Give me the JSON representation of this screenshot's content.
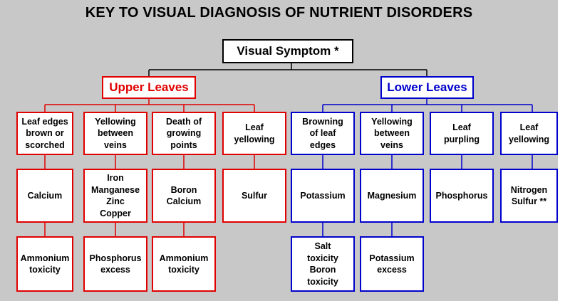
{
  "title": "KEY TO VISUAL DIAGNOSIS OF NUTRIENT DISORDERS",
  "root": "Visual Symptom *",
  "upper": {
    "label": "Upper Leaves",
    "symptoms": [
      "Leaf edges\nbrown or\nscorched",
      "Yellowing\nbetween\nveins",
      "Death of\ngrowing\npoints",
      "Leaf\nyellowing"
    ],
    "nutrients": [
      "Calcium",
      "Iron\nManganese\nZinc\nCopper",
      "Boron\nCalcium",
      "Sulfur"
    ],
    "secondary": [
      "Ammonium\ntoxicity",
      "Phosphorus\nexcess",
      "Ammonium\ntoxicity"
    ]
  },
  "lower": {
    "label": "Lower Leaves",
    "symptoms": [
      "Browning\nof leaf\nedges",
      "Yellowing\nbetween\nveins",
      "Leaf\npurpling",
      "Leaf\nyellowing"
    ],
    "nutrients": [
      "Potassium",
      "Magnesium",
      "Phosphorus",
      "Nitrogen\nSulfur **"
    ],
    "secondary": [
      "Salt\ntoxicity\nBoron\ntoxicity",
      "Potassium\nexcess"
    ]
  },
  "colors": {
    "upper": "#e00000",
    "lower": "#0000cc",
    "background": "#c8c8c8"
  }
}
